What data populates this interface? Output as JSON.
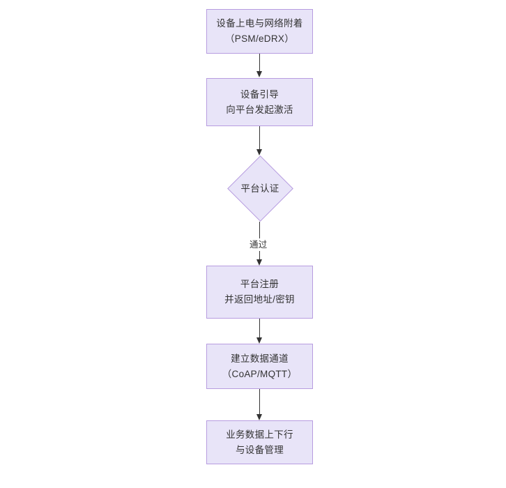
{
  "diagram": {
    "type": "flowchart",
    "orientation": "top-to-bottom",
    "background_color": "#ffffff",
    "node_fill_color": "#e8e4f8",
    "node_border_color": "#b79ce0",
    "text_color": "#333333",
    "connector_color": "#333333",
    "nodes": [
      {
        "id": "n1",
        "shape": "rectangle",
        "line1": "设备上电与网络附着",
        "line2": "（PSM/eDRX）"
      },
      {
        "id": "n2",
        "shape": "rectangle",
        "line1": "设备引导",
        "line2": "向平台发起激活"
      },
      {
        "id": "n3",
        "shape": "diamond",
        "line1": "平台认证",
        "line2": ""
      },
      {
        "id": "n4",
        "shape": "rectangle",
        "line1": "平台注册",
        "line2": "并返回地址/密钥"
      },
      {
        "id": "n5",
        "shape": "rectangle",
        "line1": "建立数据通道",
        "line2": "（CoAP/MQTT）"
      },
      {
        "id": "n6",
        "shape": "rectangle",
        "line1": "业务数据上下行",
        "line2": "与设备管理"
      }
    ],
    "edges": [
      {
        "id": "e1",
        "from": "n1",
        "to": "n2",
        "label": ""
      },
      {
        "id": "e2",
        "from": "n2",
        "to": "n3",
        "label": ""
      },
      {
        "id": "e3",
        "from": "n3",
        "to": "n4",
        "label": "通过"
      },
      {
        "id": "e4",
        "from": "n4",
        "to": "n5",
        "label": ""
      },
      {
        "id": "e5",
        "from": "n5",
        "to": "n6",
        "label": ""
      }
    ]
  }
}
